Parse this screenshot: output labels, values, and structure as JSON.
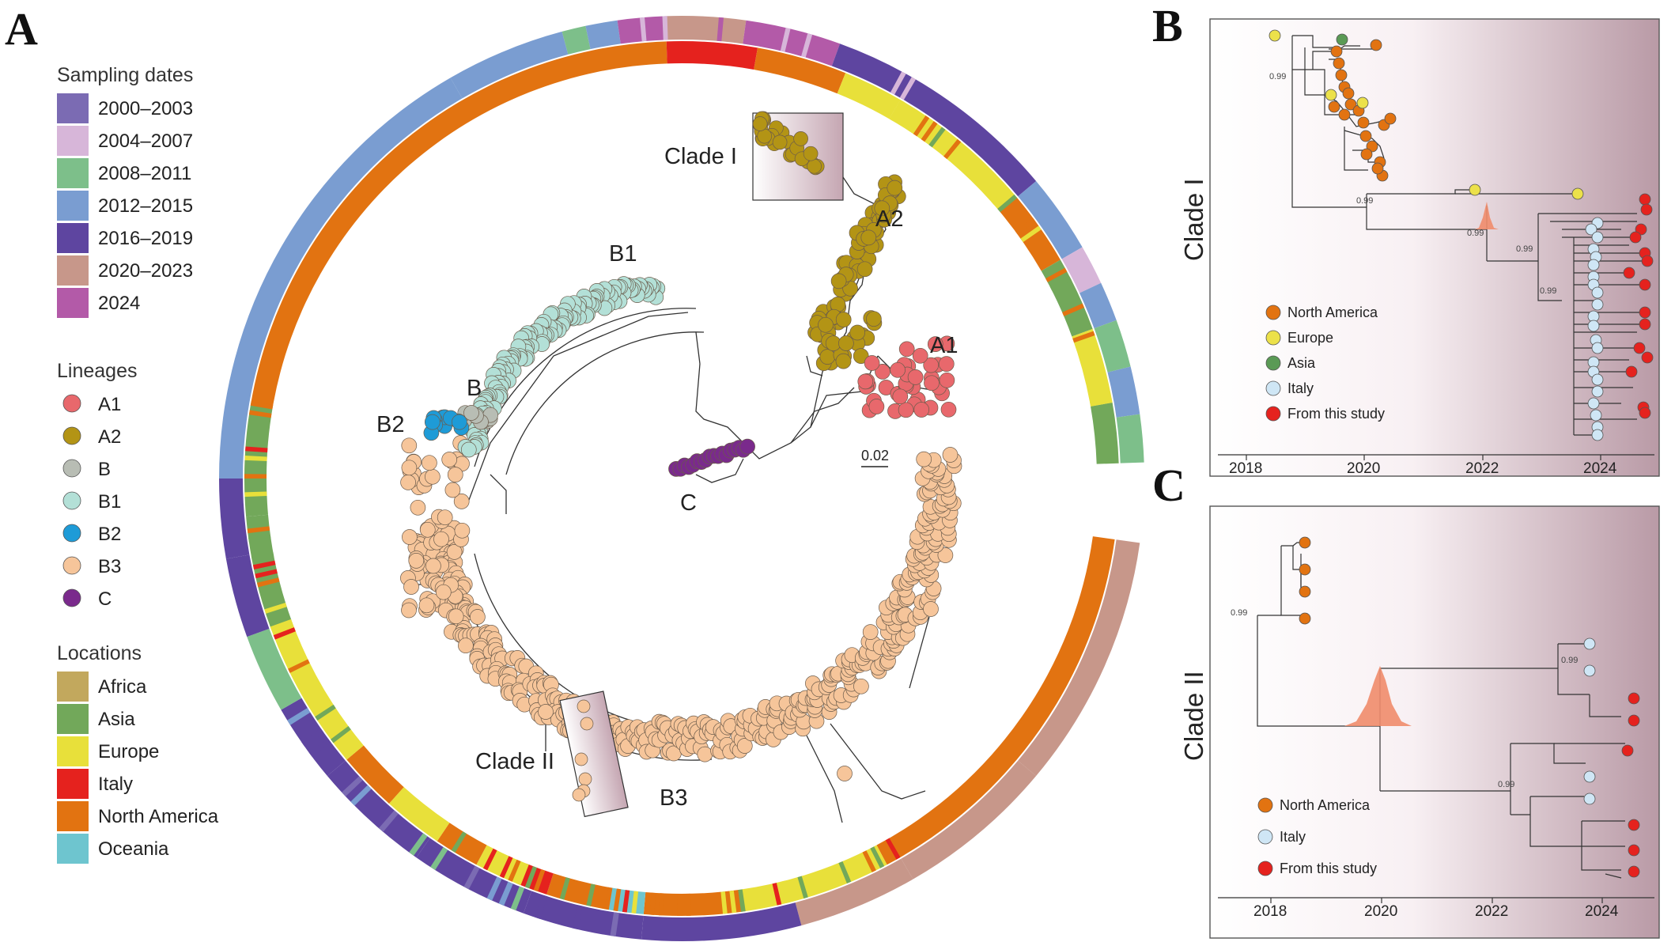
{
  "panels": {
    "a": "A",
    "b": "B",
    "c": "C"
  },
  "legend": {
    "sampling_title": "Sampling dates",
    "sampling": [
      {
        "label": "2000–2003",
        "color": "#7b6bb3"
      },
      {
        "label": "2004–2007",
        "color": "#d7b6d9"
      },
      {
        "label": "2008–2011",
        "color": "#7dbf8a"
      },
      {
        "label": "2012–2015",
        "color": "#7a9dd1"
      },
      {
        "label": "2016–2019",
        "color": "#5e45a0"
      },
      {
        "label": "2020–2023",
        "color": "#c7978a"
      },
      {
        "label": "2024",
        "color": "#b35aa8"
      }
    ],
    "lineages_title": "Lineages",
    "lineages": [
      {
        "label": "A1",
        "color": "#e8686c"
      },
      {
        "label": "A2",
        "color": "#b39415"
      },
      {
        "label": "B",
        "color": "#b8bdb4"
      },
      {
        "label": "B1",
        "color": "#b3e0d7"
      },
      {
        "label": "B2",
        "color": "#1e9bd7"
      },
      {
        "label": "B3",
        "color": "#f6c59a"
      },
      {
        "label": "C",
        "color": "#7a2a8c"
      }
    ],
    "locations_title": "Locations",
    "locations": [
      {
        "label": "Africa",
        "color": "#c2a85d"
      },
      {
        "label": "Asia",
        "color": "#72a85a"
      },
      {
        "label": "Europe",
        "color": "#e8e03a"
      },
      {
        "label": "Italy",
        "color": "#e5221e"
      },
      {
        "label": "North America",
        "color": "#e27311"
      },
      {
        "label": "Oceania",
        "color": "#6ec5cf"
      }
    ]
  },
  "tree_labels": {
    "clade1": "Clade I",
    "clade2": "Clade II",
    "a1": "A1",
    "a2": "A2",
    "b": "B",
    "b1": "B1",
    "b2": "B2",
    "b3": "B3",
    "c": "C",
    "scale": "0.02"
  },
  "panel_b": {
    "side_label": "Clade I",
    "support": "0.99",
    "legend": [
      {
        "label": "North America",
        "color": "#e27311"
      },
      {
        "label": "Europe",
        "color": "#ece14a"
      },
      {
        "label": "Asia",
        "color": "#5a9a55"
      },
      {
        "label": "Italy",
        "color": "#cfe6f5"
      },
      {
        "label": "From this study",
        "color": "#e5221e"
      }
    ],
    "axis_ticks": [
      "2018",
      "2020",
      "2022",
      "2024"
    ]
  },
  "panel_c": {
    "side_label": "Clade II",
    "support": "0.99",
    "legend": [
      {
        "label": "North America",
        "color": "#e27311"
      },
      {
        "label": "Italy",
        "color": "#cfe6f5"
      },
      {
        "label": "From this study",
        "color": "#e5221e"
      }
    ],
    "axis_ticks": [
      "2018",
      "2020",
      "2022",
      "2024"
    ]
  }
}
